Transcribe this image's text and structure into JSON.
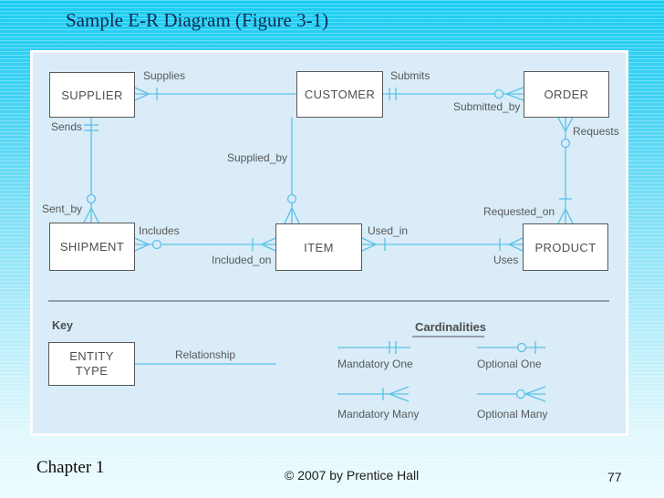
{
  "slide": {
    "title": "Sample E-R Diagram (Figure 3-1)",
    "footer": {
      "chapter": "Chapter 1",
      "copyright": "© 2007 by Prentice Hall",
      "page_number": "77"
    }
  },
  "colors": {
    "background_top": "#1acdf3",
    "background_bottom": "#ecfcfe",
    "panel_background": "#d9ecf7",
    "diagram_line": "#5bc2e8",
    "box_border": "#58595a",
    "diagram_text": "#57585a",
    "title_text": "#0e2a52"
  },
  "diagram": {
    "entities": [
      {
        "label": "SUPPLIER"
      },
      {
        "label": "CUSTOMER"
      },
      {
        "label": "ORDER"
      },
      {
        "label": "SHIPMENT"
      },
      {
        "label": "ITEM"
      },
      {
        "label": "PRODUCT"
      }
    ],
    "labels": [
      {
        "text": "Supplies"
      },
      {
        "text": "Submits"
      },
      {
        "text": "Submitted_by"
      },
      {
        "text": "Requests"
      },
      {
        "text": "Supplied_by"
      },
      {
        "text": "Sends"
      },
      {
        "text": "Sent_by"
      },
      {
        "text": "Includes"
      },
      {
        "text": "Included_on"
      },
      {
        "text": "Used_in"
      },
      {
        "text": "Uses"
      },
      {
        "text": "Requested_on"
      }
    ],
    "key": {
      "heading": "Key",
      "entity_box_label": "ENTITY TYPE",
      "relationship_label": "Relationship"
    },
    "legend": {
      "title": "Cardinalities",
      "items": [
        {
          "label": "Mandatory One"
        },
        {
          "label": "Optional One"
        },
        {
          "label": "Mandatory Many"
        },
        {
          "label": "Optional Many"
        }
      ]
    }
  }
}
